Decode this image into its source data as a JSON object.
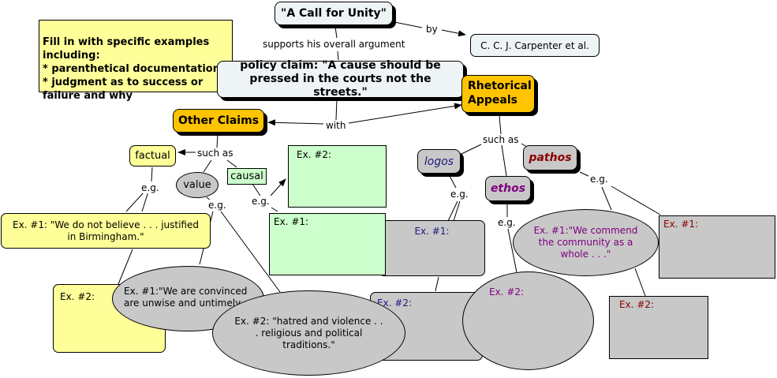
{
  "title_node": "\"A Call for Unity\"",
  "author_node": "C. C. J. Carpenter et al.",
  "instructions": "Fill in with specific examples including:\n* parenthetical documentation\n* judgment as to success or failure and why",
  "policy_claim": "policy claim: \"A cause should be pressed in the courts not the streets.\"",
  "other_claims": "Other Claims",
  "rhetorical_appeals": "Rhetorical Appeals",
  "claim_types": {
    "factual": "factual",
    "value": "value",
    "causal": "causal"
  },
  "appeals": {
    "logos": "logos",
    "ethos": "ethos",
    "pathos": "pathos"
  },
  "link_labels": {
    "by": "by",
    "supports": "supports his overall argument",
    "with": "with",
    "such_as_claims": "such as",
    "such_as_appeals": "such as",
    "eg_factual": "e.g.",
    "eg_value": "e.g.",
    "eg_causal": "e.g.",
    "eg_logos": "e.g.",
    "eg_ethos": "e.g.",
    "eg_pathos": "e.g."
  },
  "examples": {
    "factual_1": "Ex. #1: \"We do not believe . . . justified in Birmingham.\"",
    "factual_2": "Ex. #2:",
    "value_1": "Ex. #1:\"We are convinced are unwise and untimely",
    "value_2": "Ex. #2:  \"hatred and violence . . . religious and political traditions.\"",
    "causal_1": "Ex. #1:",
    "causal_2": "Ex. #2:",
    "logos_1": "Ex. #1:",
    "logos_2": "Ex. #2:",
    "ethos_1": "Ex. #1:\"We commend the community as a whole . . .\"",
    "ethos_2": "Ex. #2:",
    "pathos_1": "Ex. #1:",
    "pathos_2": "Ex. #2:"
  },
  "colors": {
    "title_fill": "#eef3f6",
    "instruction_fill": "#ffff99",
    "category_fill": "#ffc400",
    "factual_fill": "#ffff99",
    "causal_fill": "#ccffcc",
    "gray_fill": "#c8c8c8",
    "logos_text": "#1a1a80",
    "ethos_text": "#800080",
    "pathos_text": "#8b0000"
  }
}
